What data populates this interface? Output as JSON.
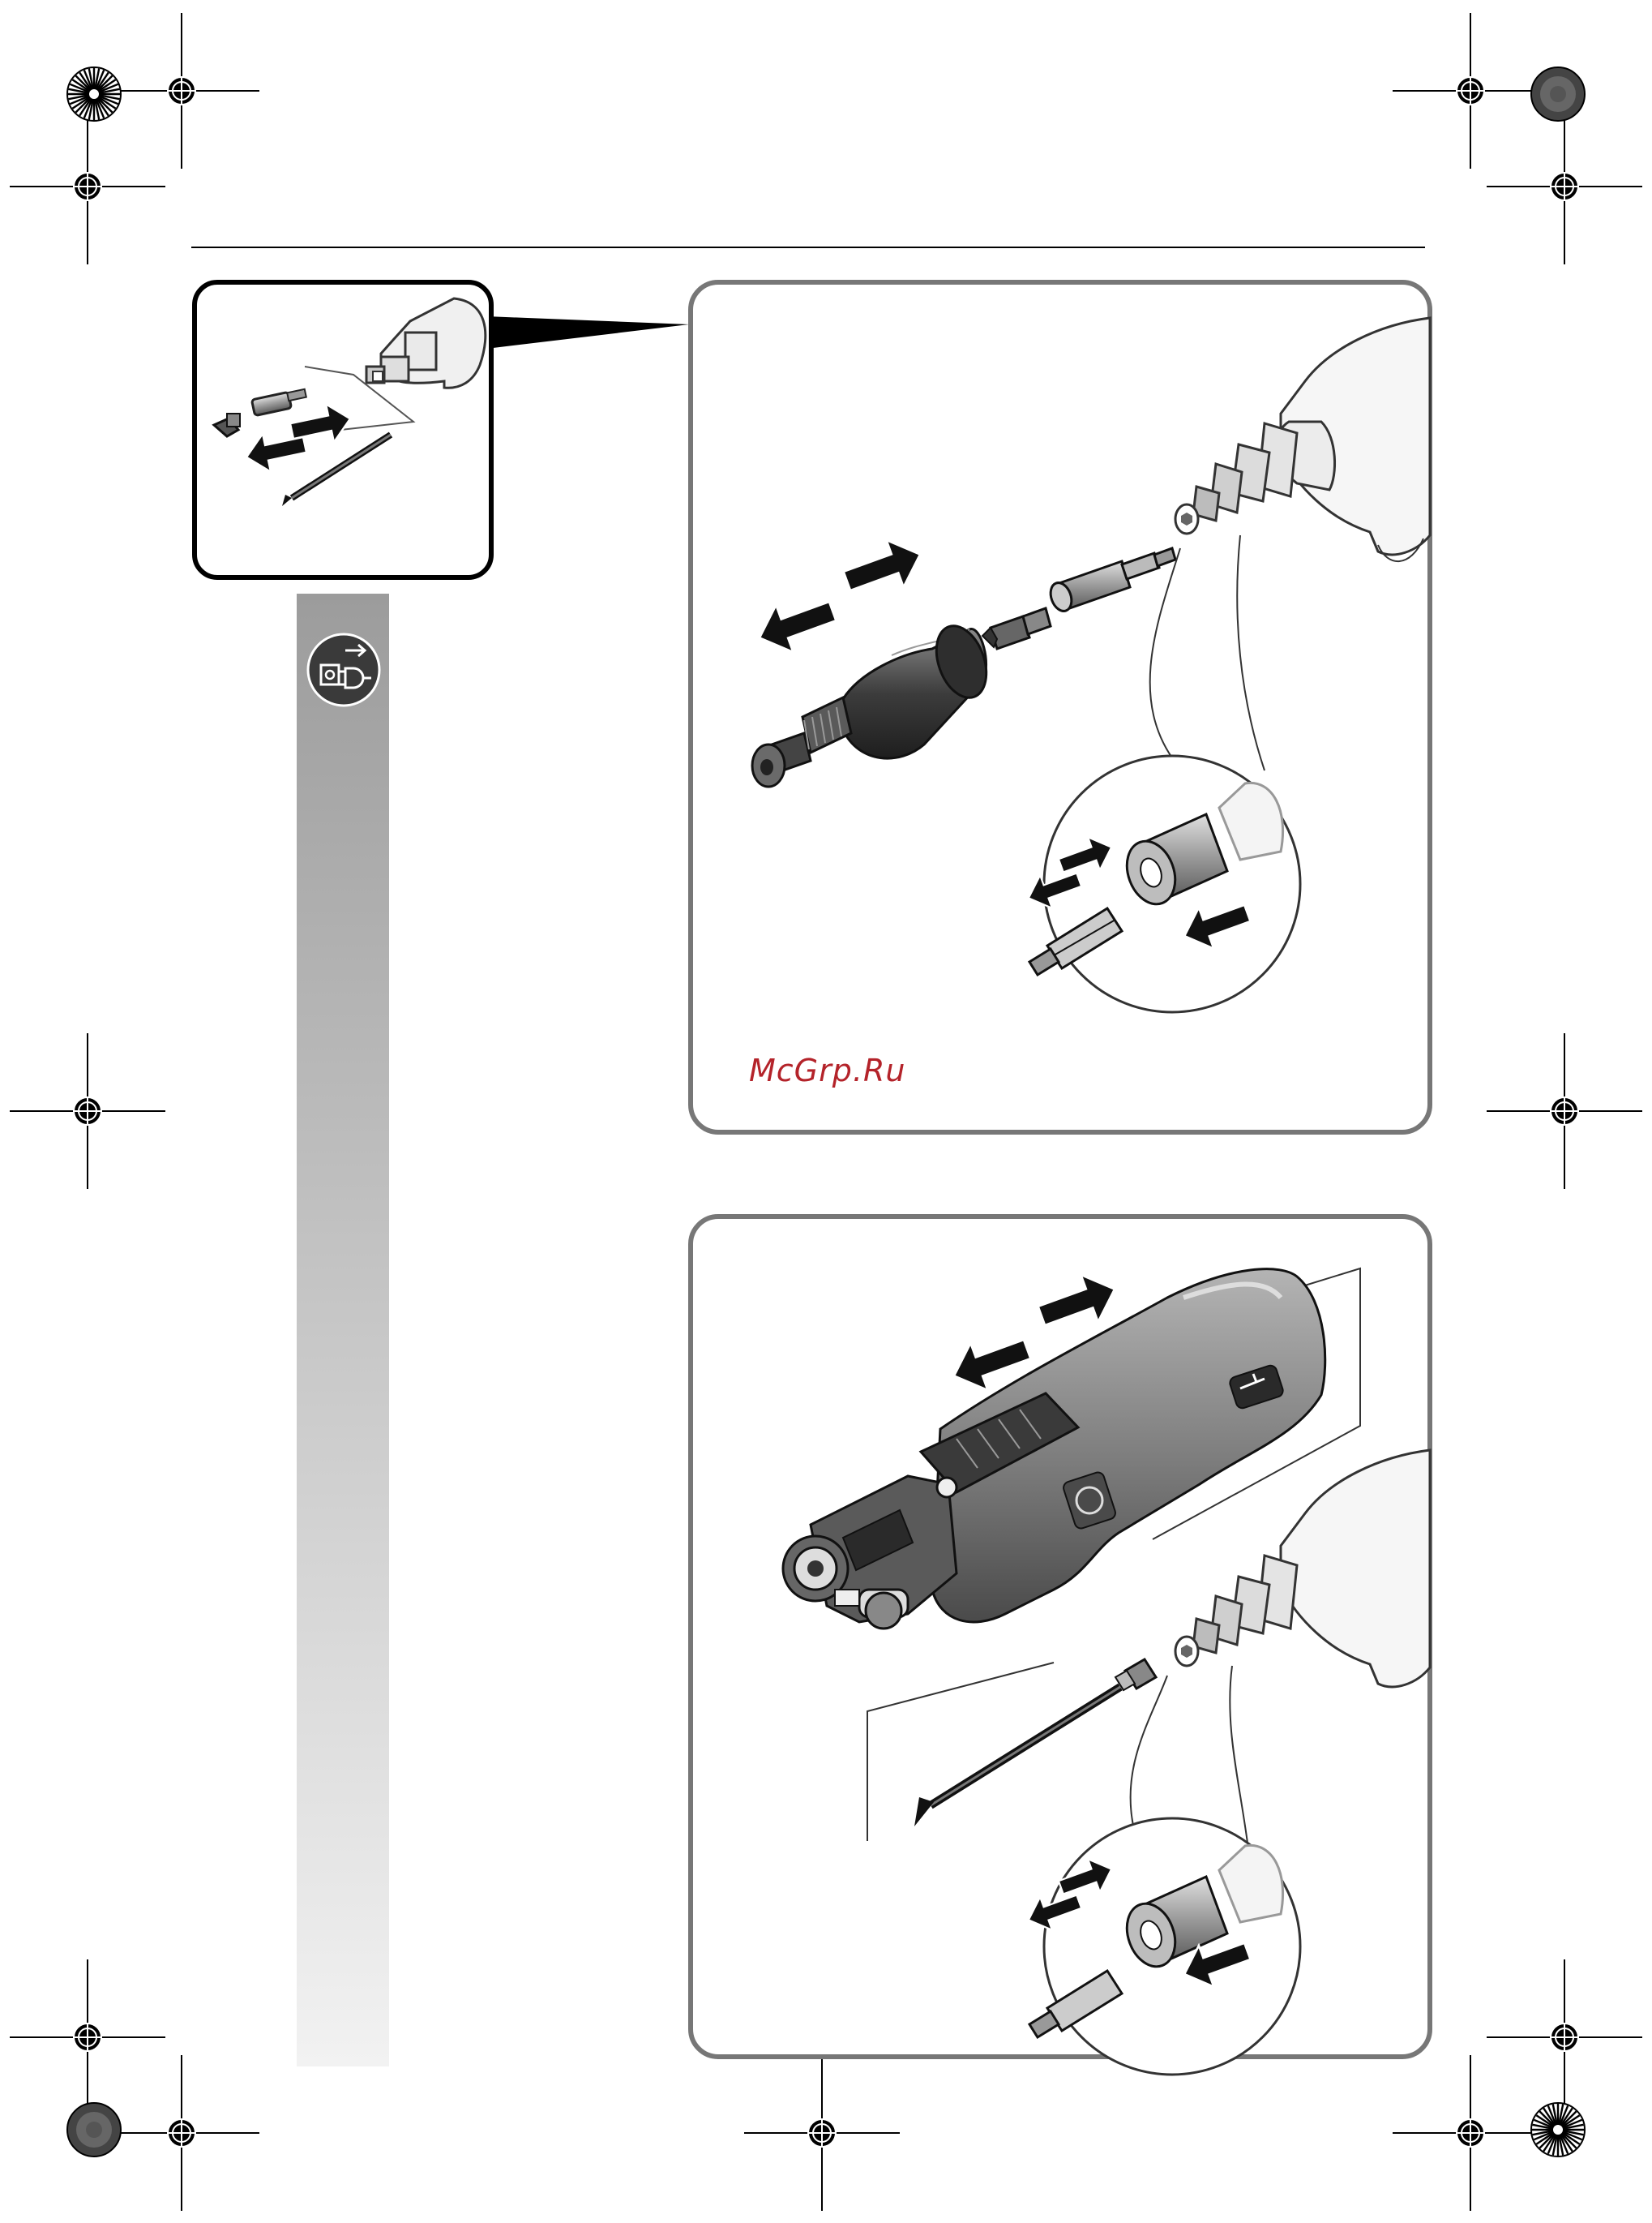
{
  "page": {
    "watermark": "McGrp.Ru",
    "sidebar_gradient": [
      "#9c9c9c",
      "#f2f2f2"
    ],
    "accent": "#b4232a"
  },
  "icons": {
    "unplug": "unplug-before-work-icon",
    "registration": "registration-mark-icon",
    "color_target": "color-calibration-target-icon"
  },
  "figures": [
    {
      "name": "overview-thumbnail",
      "depicts": [
        "drill-chuck",
        "bit-holder",
        "long-bit",
        "insert-arrow",
        "remove-arrow"
      ]
    },
    {
      "name": "figure-bit-holder-and-depth-locator",
      "depicts": [
        "depth-locator-sleeve",
        "screw-bit",
        "bit-holder",
        "drill-chuck",
        "detail-magnifier"
      ]
    },
    {
      "name": "figure-autofeed-magazine",
      "depicts": [
        "magazine-attachment",
        "long-bit",
        "drill-chuck",
        "detail-magnifier"
      ]
    }
  ]
}
